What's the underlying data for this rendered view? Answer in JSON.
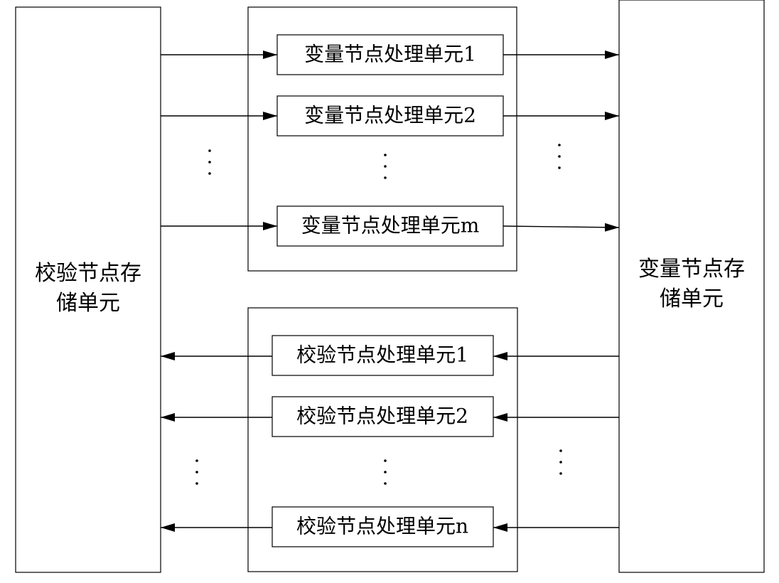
{
  "check_node_storage": {
    "line1": "校验节点存",
    "line2": "储单元"
  },
  "variable_node_storage": {
    "line1": "变量节点存",
    "line2": "储单元"
  },
  "variable_node_units": [
    "变量节点处理单元1",
    "变量节点处理单元2",
    "变量节点处理单元m"
  ],
  "check_node_units": [
    "校验节点处理单元1",
    "校验节点处理单元2",
    "校验节点处理单元n"
  ]
}
